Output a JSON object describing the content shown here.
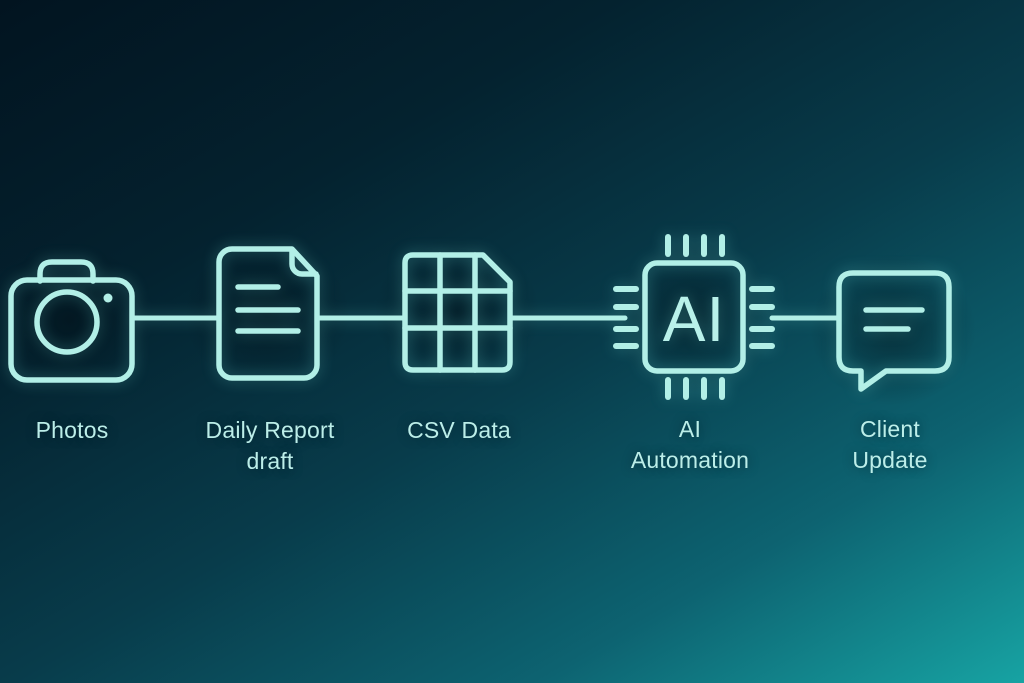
{
  "theme": {
    "background_gradient": [
      "#021420",
      "#04222f",
      "#083c4b",
      "#0d6371",
      "#17a3a3"
    ],
    "icon_stroke_color": "#b2efe7",
    "label_color": "#bceee9"
  },
  "diagram": {
    "type": "workflow",
    "nodes": [
      {
        "id": "photos",
        "icon": "camera-icon",
        "label_lines": [
          "Photos",
          ""
        ]
      },
      {
        "id": "daily-report",
        "icon": "document-icon",
        "label_lines": [
          "Daily Report",
          "draft"
        ]
      },
      {
        "id": "csv-data",
        "icon": "spreadsheet-icon",
        "label_lines": [
          "CSV Data",
          ""
        ]
      },
      {
        "id": "ai-automation",
        "icon": "ai-chip-icon",
        "chip_text": "AI",
        "label_lines": [
          "AI",
          "Automation"
        ]
      },
      {
        "id": "client-update",
        "icon": "chat-bubble-icon",
        "label_lines": [
          "Client",
          "Update"
        ]
      }
    ],
    "connections": [
      {
        "from": "photos",
        "to": "daily-report"
      },
      {
        "from": "daily-report",
        "to": "csv-data"
      },
      {
        "from": "csv-data",
        "to": "ai-automation"
      },
      {
        "from": "ai-automation",
        "to": "client-update"
      }
    ]
  }
}
